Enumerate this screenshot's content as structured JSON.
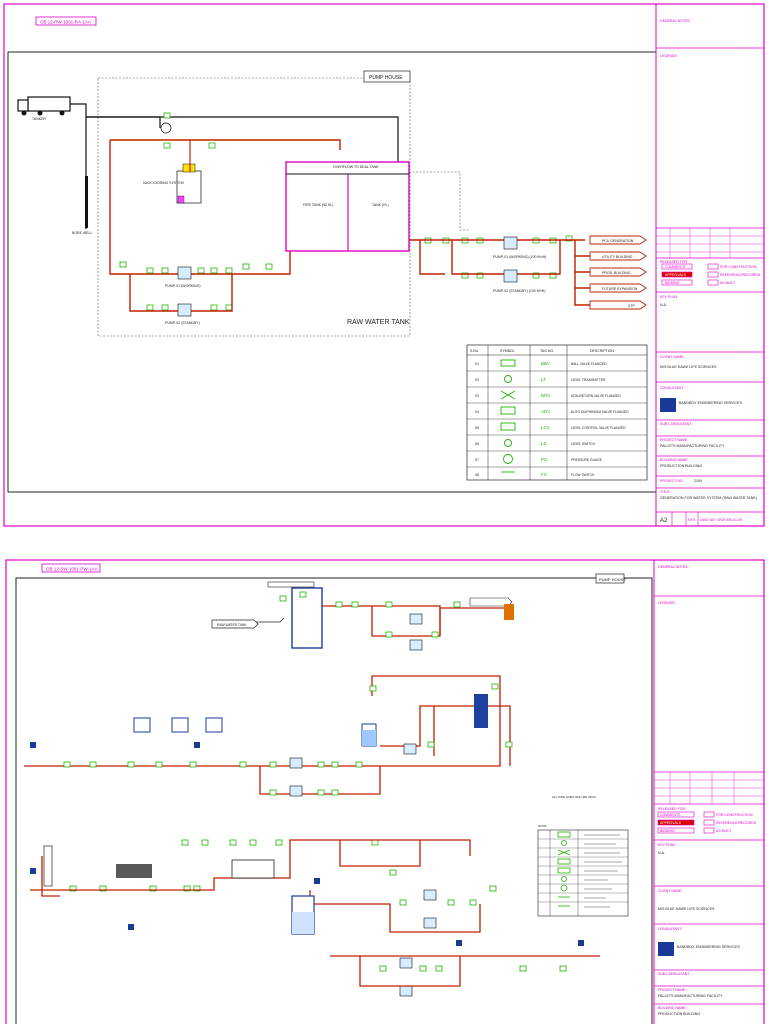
{
  "sheet1": {
    "header_code": "OB 12-RW-1001-RA-1AA",
    "pump_house": "PUMP HOUSE",
    "tanker": "TANKER",
    "bore_well": "BORE WELL",
    "dosing": "NaOCl DOSING SYSTEM",
    "overflow": "OVERFLOW TO DEAL TANK",
    "fire_tank": "FIRE TANK (50 KL)",
    "raw_tank": "TANK (KL)",
    "pump1": "PUMP-01 (WORKING)",
    "pump2": "PUMP-02 (STANDBY)",
    "pump3": "PUMP-01 (WORKING) (100 M³/H)",
    "pump4": "PUMP-02 (STANDBY) (100 M³/H)",
    "title_big": "RAW WATER TANK",
    "outlets": [
      "PCU GENERATION",
      "UTILITY BUILDING",
      "PROD. BUILDING",
      "FUTURE EXPANSION",
      "STP"
    ],
    "legend_headers": [
      "S.No.",
      "SYMBOL",
      "TAG NO.",
      "DESCRIPTION"
    ],
    "legend_rows": [
      {
        "no": "01",
        "tag": "BBV",
        "desc": "BALL VALVE FLANGED"
      },
      {
        "no": "02",
        "tag": "LT",
        "desc": "LEVEL TRANSMITTER"
      },
      {
        "no": "03",
        "tag": "NRV",
        "desc": "NON-RETURN VALVE FLANGED"
      },
      {
        "no": "04",
        "tag": "ADV",
        "desc": "AUTO DIAPHRAGM VALVE FLANGED"
      },
      {
        "no": "05",
        "tag": "LCV",
        "desc": "LEVEL CONTROL VALVE FLANGED"
      },
      {
        "no": "06",
        "tag": "LS",
        "desc": "LEVEL SWITCH"
      },
      {
        "no": "07",
        "tag": "PG",
        "desc": "PRESSURE GUAGE"
      },
      {
        "no": "08",
        "tag": "FS",
        "desc": "FLOW SWITCH"
      }
    ],
    "tb": {
      "general_notes": "GENERAL NOTES:",
      "legends": "LEGENDS:",
      "released_for": "RELEASED FOR:",
      "rel_items": [
        "COMMENTS",
        "FOR CONSTRUCTION",
        "APPROVALS",
        "REFERENCE/RECORDS",
        "BIDDING",
        "AS BUILT"
      ],
      "key_plan": "KEY PLAN",
      "na": "N.A.",
      "client_name": "CLIENT NAME :",
      "client": "M/S BLUE HAWK LIFE SCIENCES",
      "consultant": "CONSULTANT:",
      "consultant_name": "BANDBOX ENGINEERING SERVICES",
      "sub_consultant": "SUB CONSULTANT :",
      "project_name_label": "PROJECT NAME :",
      "project_name": "PALLETS MANUFACTURING FACILITY",
      "building_label": "BUILDING NAME :",
      "building": "PRODUCTION BUILDING",
      "project_no_label": "PROJECT NO :",
      "project_no": "2109",
      "title_label": "TITLE :",
      "title": "GENERATION FOR WATER SYSTEM (RAW WATER TANK)",
      "size": "A2",
      "scale": "NTS",
      "dwg_no": "DWG NO : DWT-MS-01-05"
    }
  },
  "sheet2": {
    "header_code": "OB 12-SW-1001-PW-1AA",
    "pump_house": "PUMP HOUSE",
    "raw_water": "RAW WATER TANK",
    "note": "ALL PIPE LINES WILL BE UPVC",
    "legend_title": "NOTE",
    "tb": {
      "general_notes": "GENERAL NOTES:",
      "legends": "LEGENDS:",
      "released_for": "RELEASED FOR:",
      "rel_items": [
        "COMMENTS",
        "FOR CONSTRUCTION",
        "APPROVALS",
        "REFERENCE/RECORDS",
        "BIDDING",
        "AS BUILT"
      ],
      "key_plan": "KEY PLAN",
      "na": "N.A.",
      "client_name": "CLIENT NAME :",
      "client": "M/S BLUE HAWK LIFE SCIENCES",
      "consultant": "CONSULTANT:",
      "consultant_name": "BANDBOX ENGINEERING SERVICES",
      "sub_consultant": "SUB CONSULTANT :",
      "project_name_label": "PROJECT NAME :",
      "project_name": "PALLETS MANUFACTURING FACILITY",
      "building_label": "BUILDING NAME :",
      "building": "PRODUCTION BUILDING"
    }
  }
}
